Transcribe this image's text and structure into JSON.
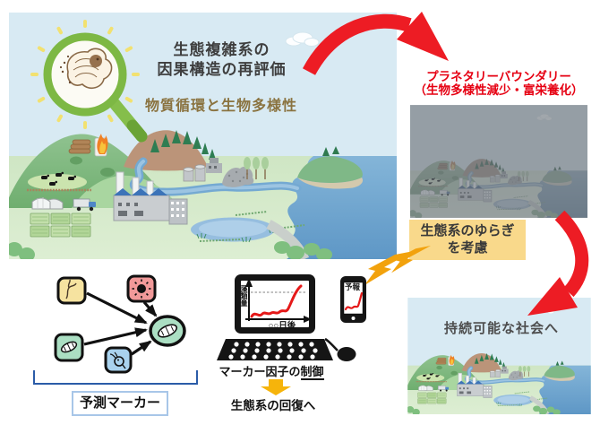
{
  "main_panel": {
    "title_line1": "生態複雑系の",
    "title_line2": "因果構造の再評価",
    "subtitle": "物質循環と生物多様性"
  },
  "planetary_boundary": {
    "line1": "プラネタリーバウンダリー",
    "line2": "（生物多様性減少・富栄養化）"
  },
  "fluctuation_note": {
    "line1": "生態系のゆらぎ",
    "line2": "を考慮"
  },
  "sustainable_society": {
    "label": "持続可能な社会へ"
  },
  "prediction_network": {
    "label": "予測マーカー",
    "nodes": [
      {
        "icon": "river-branch-icon",
        "color": "#f6e3a0"
      },
      {
        "icon": "sun-icon",
        "color": "#f19999"
      },
      {
        "icon": "diatom-icon",
        "color": "#abdfc3"
      },
      {
        "icon": "zooplankton-icon",
        "color": "#a9d2ee"
      }
    ],
    "target": {
      "icon": "diatom-target-icon",
      "color": "#abdfc3"
    }
  },
  "forecast_panel": {
    "graph": {
      "y_axis_label": "藻類量",
      "x_axis_label": "○○日後"
    },
    "phone_label": "予報",
    "control_prefix": "マーカー因子の",
    "control_emphasis": "制御",
    "recovery_label": "生態系の回復へ"
  },
  "icons": {
    "magnifier": "magnifier-icon",
    "red_arrows": "curved-red-arrow-icon",
    "lightning": "lightning-bolt-icon",
    "laptop": "laptop-icon",
    "smartphone": "smartphone-icon",
    "down_arrow": "down-arrow-icon"
  },
  "colors": {
    "arrow_red": "#ed1c24",
    "planetary_red": "#e60012",
    "bolt_yellow": "#f2a20d",
    "note_bg": "#f9d98b",
    "subtitle_olive": "#8a7340",
    "magnifier_green": "#7db844",
    "bracket_blue": "#2b5ca8"
  }
}
